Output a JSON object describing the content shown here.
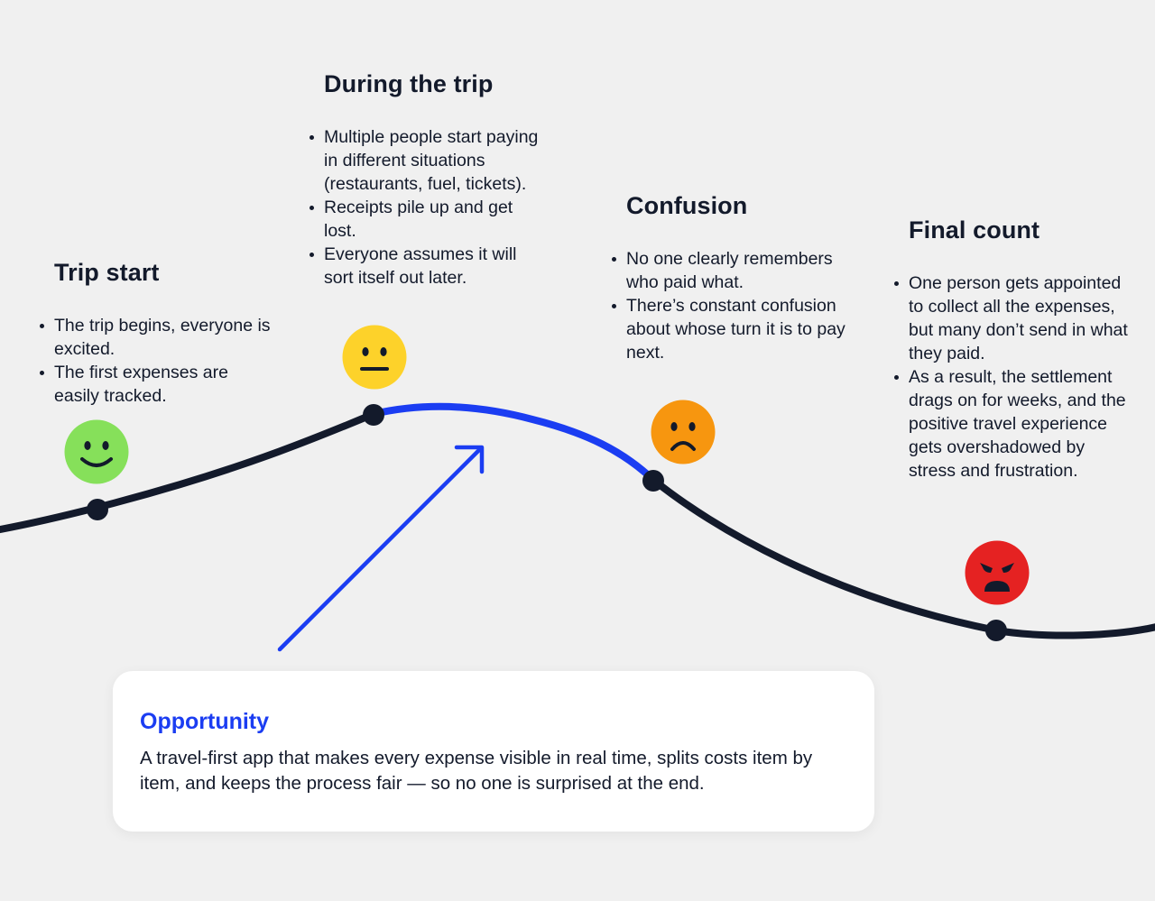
{
  "stages": [
    {
      "title": "Trip start",
      "mood": "happy",
      "bullets": [
        "The trip begins, everyone is excited.",
        "The first expenses are easily tracked."
      ]
    },
    {
      "title": "During the trip",
      "mood": "neutral",
      "bullets": [
        "Multiple people start paying in different situations (restaurants, fuel, tickets).",
        "Receipts pile up and get lost.",
        "Everyone assumes it will sort itself out later."
      ]
    },
    {
      "title": "Confusion",
      "mood": "sad",
      "bullets": [
        "No one clearly remembers who paid what.",
        "There’s constant confusion about whose turn it is to pay next."
      ]
    },
    {
      "title": "Final count",
      "mood": "angry",
      "bullets": [
        "One person gets appointed to collect all the expenses, but many don’t send in what they paid.",
        "As a result, the settlement drags on for weeks, and the positive travel experience gets overshadowed by stress and frustration."
      ]
    }
  ],
  "opportunity": {
    "title": "Opportunity",
    "text": "A travel-first app that makes every expense visible in real time, splits costs item by item, and keeps the process fair — so no one is surprised at the end."
  },
  "colors": {
    "background": "#f0f0f0",
    "curve": "#131a2b",
    "highlight": "#1b3df2",
    "happy": "#86e05a",
    "neutral": "#fdd22a",
    "sad": "#f7960f",
    "angry": "#e52222"
  }
}
